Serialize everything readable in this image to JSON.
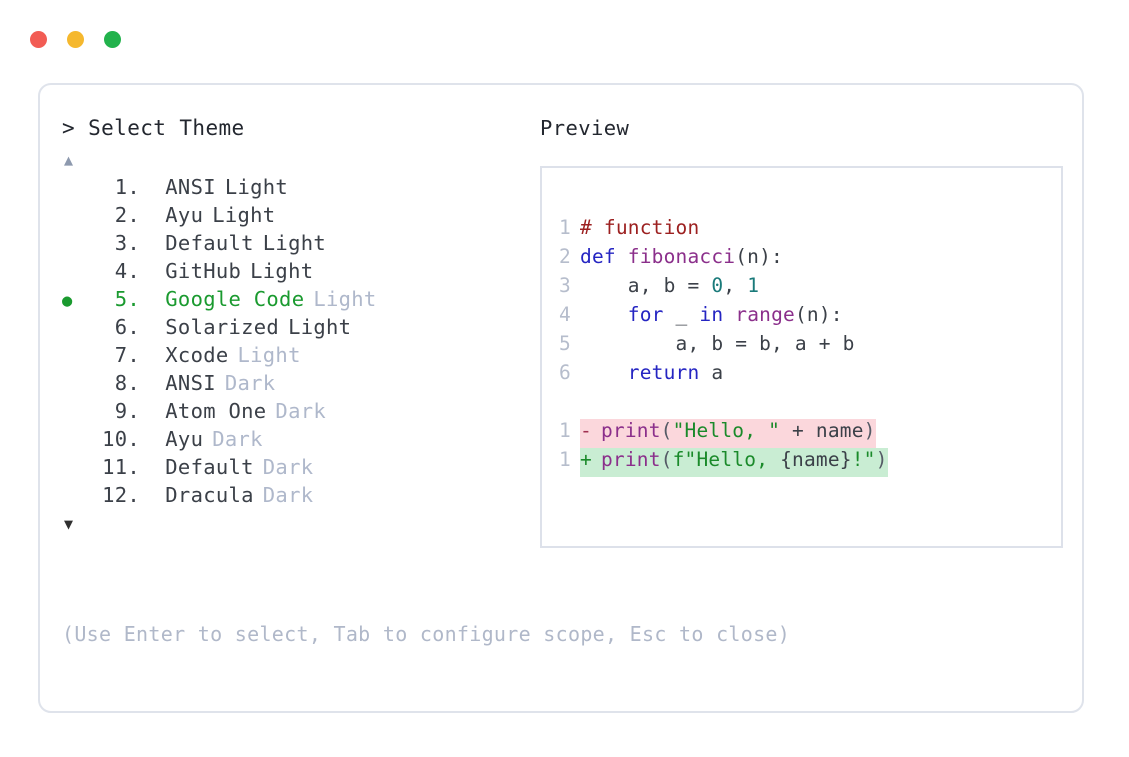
{
  "window": {
    "dots": [
      {
        "name": "close",
        "color": "#f25c54"
      },
      {
        "name": "minimize",
        "color": "#f5b82e"
      },
      {
        "name": "maximize",
        "color": "#22b24c"
      }
    ]
  },
  "picker": {
    "prompt": "> Select Theme",
    "scroll_up": "▲",
    "scroll_down": "▼",
    "selected_index": 5,
    "selected_bullet": "●",
    "items": [
      {
        "num": "1.",
        "name": "ANSI",
        "variant": "Light",
        "muted_variant": false,
        "selected": false
      },
      {
        "num": "2.",
        "name": "Ayu",
        "variant": "Light",
        "muted_variant": false,
        "selected": false
      },
      {
        "num": "3.",
        "name": "Default",
        "variant": "Light",
        "muted_variant": false,
        "selected": false
      },
      {
        "num": "4.",
        "name": "GitHub",
        "variant": "Light",
        "muted_variant": false,
        "selected": false
      },
      {
        "num": "5.",
        "name": "Google Code",
        "variant": "Light",
        "muted_variant": true,
        "selected": true
      },
      {
        "num": "6.",
        "name": "Solarized",
        "variant": "Light",
        "muted_variant": false,
        "selected": false
      },
      {
        "num": "7.",
        "name": "Xcode",
        "variant": "Light",
        "muted_variant": true,
        "selected": false
      },
      {
        "num": "8.",
        "name": "ANSI",
        "variant": "Dark",
        "muted_variant": true,
        "selected": false
      },
      {
        "num": "9.",
        "name": "Atom One",
        "variant": "Dark",
        "muted_variant": true,
        "selected": false
      },
      {
        "num": "10.",
        "name": "Ayu",
        "variant": "Dark",
        "muted_variant": true,
        "selected": false
      },
      {
        "num": "11.",
        "name": "Default",
        "variant": "Dark",
        "muted_variant": true,
        "selected": false
      },
      {
        "num": "12.",
        "name": "Dracula",
        "variant": "Dark",
        "muted_variant": true,
        "selected": false
      }
    ],
    "hint": "(Use Enter to select, Tab to configure scope, Esc to close)"
  },
  "preview": {
    "title": "Preview",
    "code_lines": [
      {
        "ln": "1",
        "tokens": [
          {
            "t": "# function",
            "c": "tok-comment"
          }
        ]
      },
      {
        "ln": "2",
        "tokens": [
          {
            "t": "def ",
            "c": "tok-keyword"
          },
          {
            "t": "fibonacci",
            "c": "tok-func"
          },
          {
            "t": "(n):",
            "c": "tok-plain"
          }
        ]
      },
      {
        "ln": "3",
        "tokens": [
          {
            "t": "    a, b = ",
            "c": "tok-plain"
          },
          {
            "t": "0",
            "c": "tok-num"
          },
          {
            "t": ", ",
            "c": "tok-plain"
          },
          {
            "t": "1",
            "c": "tok-num"
          }
        ]
      },
      {
        "ln": "4",
        "tokens": [
          {
            "t": "    ",
            "c": "tok-plain"
          },
          {
            "t": "for",
            "c": "tok-keyword"
          },
          {
            "t": " _ ",
            "c": "tok-plain"
          },
          {
            "t": "in",
            "c": "tok-keyword"
          },
          {
            "t": " ",
            "c": "tok-plain"
          },
          {
            "t": "range",
            "c": "tok-func"
          },
          {
            "t": "(n):",
            "c": "tok-plain"
          }
        ]
      },
      {
        "ln": "5",
        "tokens": [
          {
            "t": "        a, b = b, a + b",
            "c": "tok-plain"
          }
        ]
      },
      {
        "ln": "6",
        "tokens": [
          {
            "t": "    ",
            "c": "tok-plain"
          },
          {
            "t": "return",
            "c": "tok-keyword"
          },
          {
            "t": " a",
            "c": "tok-plain"
          }
        ]
      }
    ],
    "diff_lines": [
      {
        "ln": "1",
        "sign": "-",
        "kind": "minus",
        "tokens": [
          {
            "t": "print",
            "c": "tok-func"
          },
          {
            "t": "(",
            "c": "tok-punct"
          },
          {
            "t": "\"Hello, \"",
            "c": "tok-string"
          },
          {
            "t": " + name",
            "c": "tok-plain"
          },
          {
            "t": ")",
            "c": "tok-punct"
          }
        ]
      },
      {
        "ln": "1",
        "sign": "+",
        "kind": "plus",
        "tokens": [
          {
            "t": "print",
            "c": "tok-func"
          },
          {
            "t": "(",
            "c": "tok-punct"
          },
          {
            "t": "f\"Hello, ",
            "c": "tok-string"
          },
          {
            "t": "{name}",
            "c": "tok-plain"
          },
          {
            "t": "!\"",
            "c": "tok-string"
          },
          {
            "t": ")",
            "c": "tok-punct"
          }
        ]
      }
    ]
  }
}
